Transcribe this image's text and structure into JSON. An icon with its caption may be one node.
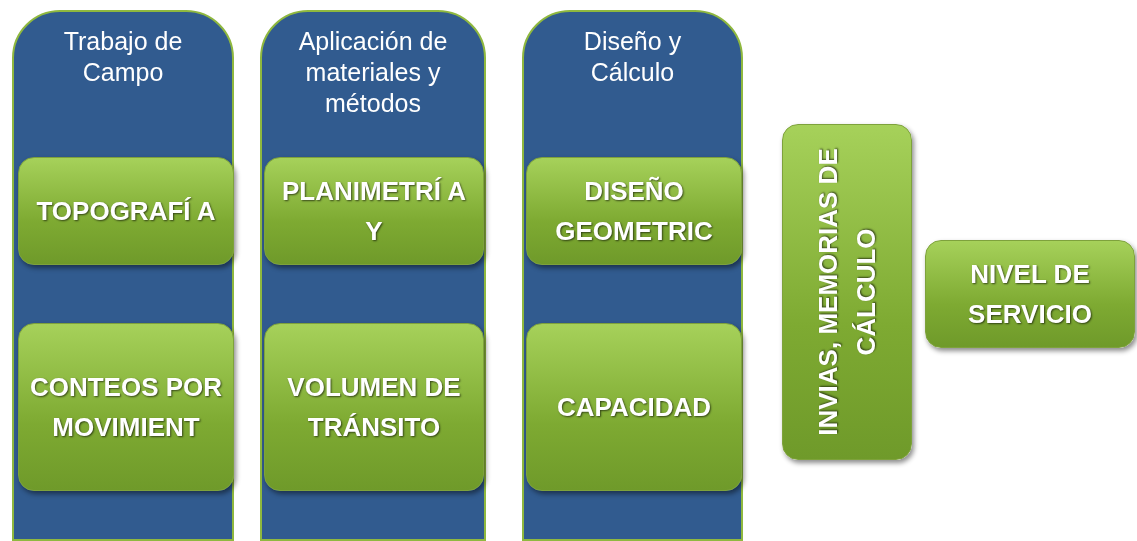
{
  "diagram": {
    "nodes": [
      {
        "text": [
          "Trabajo de Campo"
        ]
      },
      {
        "text": [
          "TOPOGRAFÍ A"
        ],
        "in": 0
      },
      {
        "text": [
          "CONTEOS POR MOVIMIENT"
        ],
        "in": 0
      },
      {
        "text": [
          "Aplicación de materiales y métodos"
        ]
      },
      {
        "text": [
          "PLANIMETRÍ A Y"
        ],
        "in": 3
      },
      {
        "text": [
          "VOLUMEN DE TRÁNSITO"
        ],
        "in": 3
      },
      {
        "text": [
          "Diseño y Cálculo"
        ]
      },
      {
        "text": [
          "DISEÑO GEOMETRIC"
        ],
        "in": 6
      },
      {
        "text": [
          "CAPACIDAD"
        ],
        "in": 6
      },
      {
        "text": [
          "INVIAS, MEMORIAS DE CÁLCULO"
        ]
      },
      {
        "text": [
          "NIVEL DE SERVICIO"
        ]
      }
    ]
  }
}
